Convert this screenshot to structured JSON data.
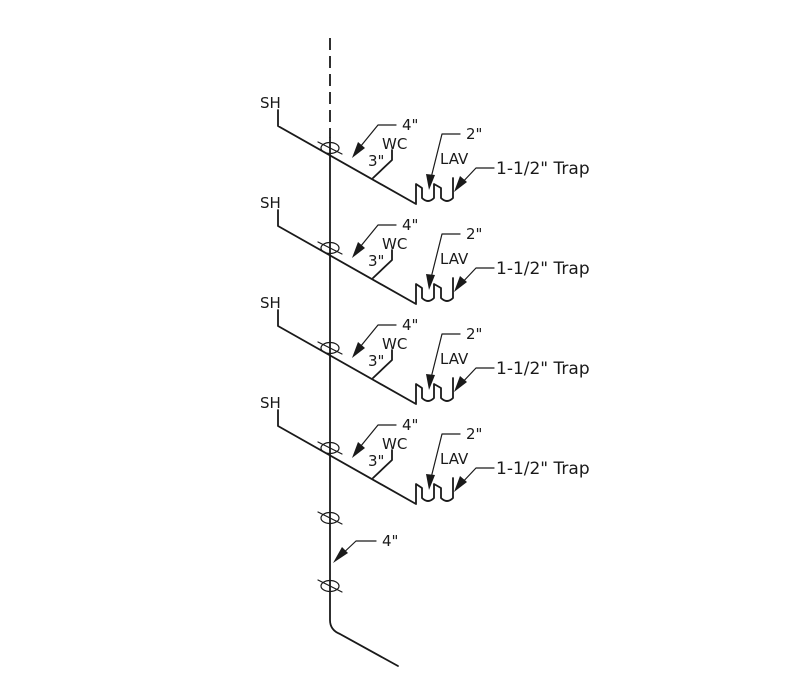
{
  "diagram": {
    "stack_label": "4\"",
    "floors": [
      {
        "shower": "SH",
        "wc_size": "4\"",
        "wc": "WC",
        "branch_size": "3\"",
        "lav_size": "2\"",
        "lav": "LAV",
        "trap": "1-1/2\"  Trap"
      },
      {
        "shower": "SH",
        "wc_size": "4\"",
        "wc": "WC",
        "branch_size": "3\"",
        "lav_size": "2\"",
        "lav": "LAV",
        "trap": "1-1/2\"  Trap"
      },
      {
        "shower": "SH",
        "wc_size": "4\"",
        "wc": "WC",
        "branch_size": "3\"",
        "lav_size": "2\"",
        "lav": "LAV",
        "trap": "1-1/2\"  Trap"
      },
      {
        "shower": "SH",
        "wc_size": "4\"",
        "wc": "WC",
        "branch_size": "3\"",
        "lav_size": "2\"",
        "lav": "LAV",
        "trap": "1-1/2\"  Trap"
      }
    ]
  }
}
